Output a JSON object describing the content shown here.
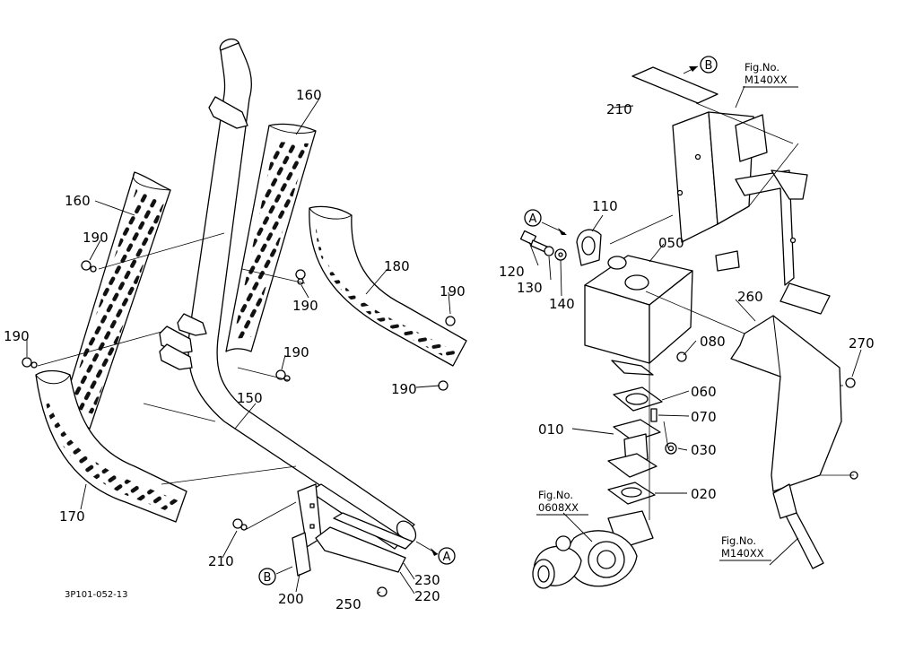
{
  "drawing_code": "3P101-052-13",
  "part_numbers": {
    "p010": "010",
    "p020": "020",
    "p030": "030",
    "p050": "050",
    "p060": "060",
    "p070": "070",
    "p080": "080",
    "p110": "110",
    "p120": "120",
    "p130": "130",
    "p140": "140",
    "p150": "150",
    "p160a": "160",
    "p160b": "160",
    "p170": "170",
    "p180": "180",
    "p190a": "190",
    "p190b": "190",
    "p190c": "190",
    "p190d": "190",
    "p190e": "190",
    "p200": "200",
    "p210a": "210",
    "p210b": "210",
    "p220": "220",
    "p230": "230",
    "p250": "250",
    "p260": "260",
    "p270": "270"
  },
  "markers": {
    "a_left": "A",
    "a_right": "A",
    "b_left": "B",
    "b_right": "B"
  },
  "figure_refs": {
    "fig_top_label": "Fig.No.",
    "fig_top_value": "M140XX",
    "fig_turbo_label": "Fig.No.",
    "fig_turbo_value": "0608XX",
    "fig_bottom_label": "Fig.No.",
    "fig_bottom_value": "M140XX"
  }
}
